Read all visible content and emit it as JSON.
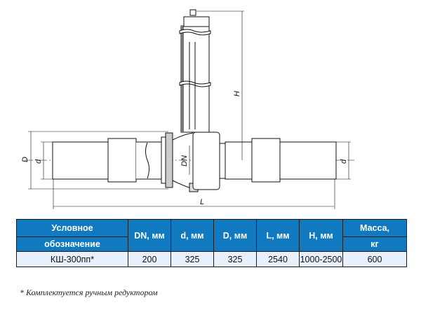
{
  "drawing": {
    "labels": {
      "D": "D",
      "d_left": "d",
      "d_right": "d",
      "DN": "DN",
      "H": "H",
      "L": "L"
    }
  },
  "table": {
    "headers": {
      "designation_line1": "Условное",
      "designation_line2": "обозначение",
      "dn": "DN, мм",
      "d": "d, мм",
      "D": "D, мм",
      "L": "L, мм",
      "H": "H, мм",
      "mass_line1": "Масса,",
      "mass_line2": "кг"
    },
    "rows": [
      {
        "designation": "КШ-300пп*",
        "dn": "200",
        "d": "325",
        "D": "325",
        "L": "2540",
        "H": "1000-2500",
        "mass": "600"
      }
    ]
  },
  "footnote": "* Комплектуется ручным редуктором"
}
